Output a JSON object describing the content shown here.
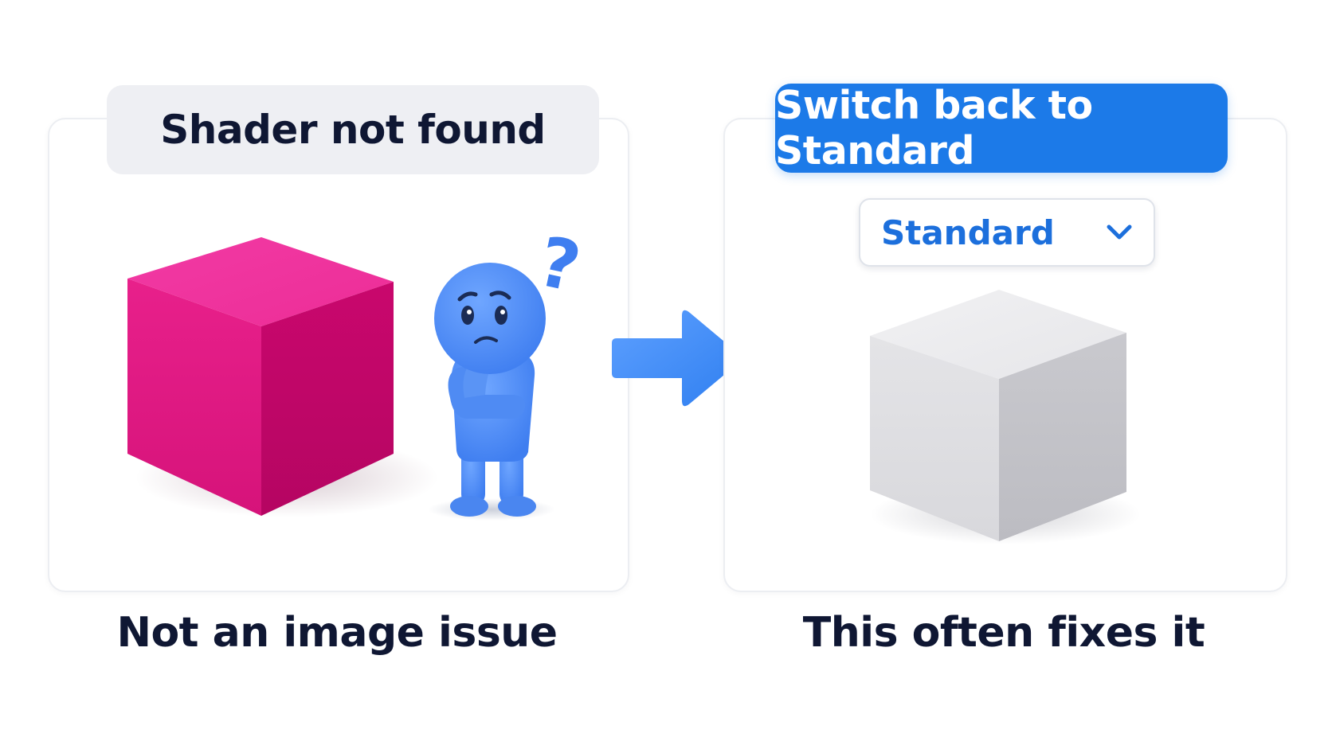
{
  "left_panel": {
    "error_label": "Shader not found",
    "caption": "Not an image issue",
    "question_mark": "?"
  },
  "right_panel": {
    "fix_label": "Switch back to Standard",
    "shader_select": {
      "selected_value": "Standard"
    },
    "caption": "This often fixes it"
  },
  "icons": {
    "arrow": "arrow-right-icon",
    "dropdown": "chevron-down-icon"
  },
  "colors": {
    "accent_blue": "#1c7ae8",
    "error_magenta": "#e0207f",
    "text_dark": "#0f1733",
    "cube_gray": "#d8d8dc"
  }
}
